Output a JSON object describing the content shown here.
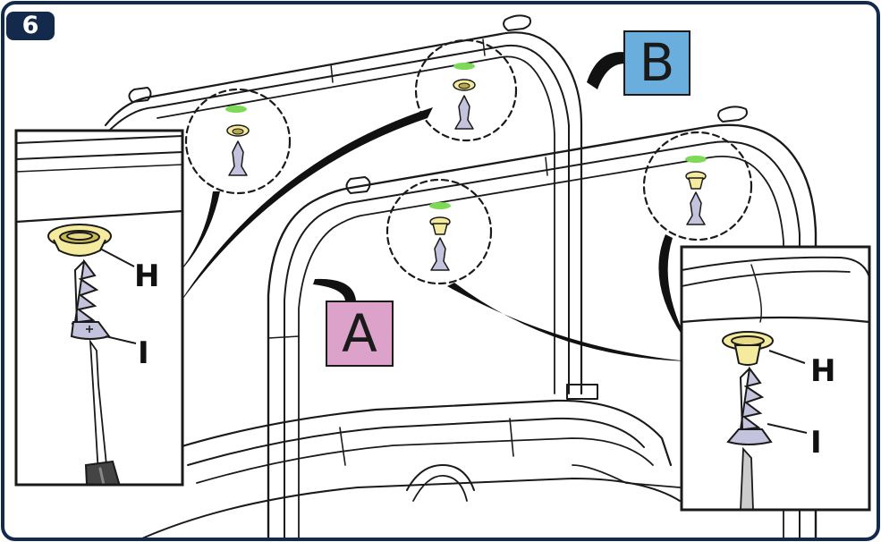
{
  "step": {
    "number": "6"
  },
  "tags": {
    "a": "A",
    "b": "B"
  },
  "parts": {
    "h": "H",
    "i": "I"
  },
  "colors": {
    "border": "#142a4d",
    "badge": "#142a4d",
    "tag_a": "#dca2c9",
    "tag_b": "#6aaede",
    "cap": "#f5eb9e",
    "screw": "#c3c3de",
    "marker": "#7ed957",
    "handle": "#444444"
  },
  "icons": [
    "screwdriver-icon",
    "screw-icon",
    "cap-icon",
    "glue-dot-icon"
  ]
}
